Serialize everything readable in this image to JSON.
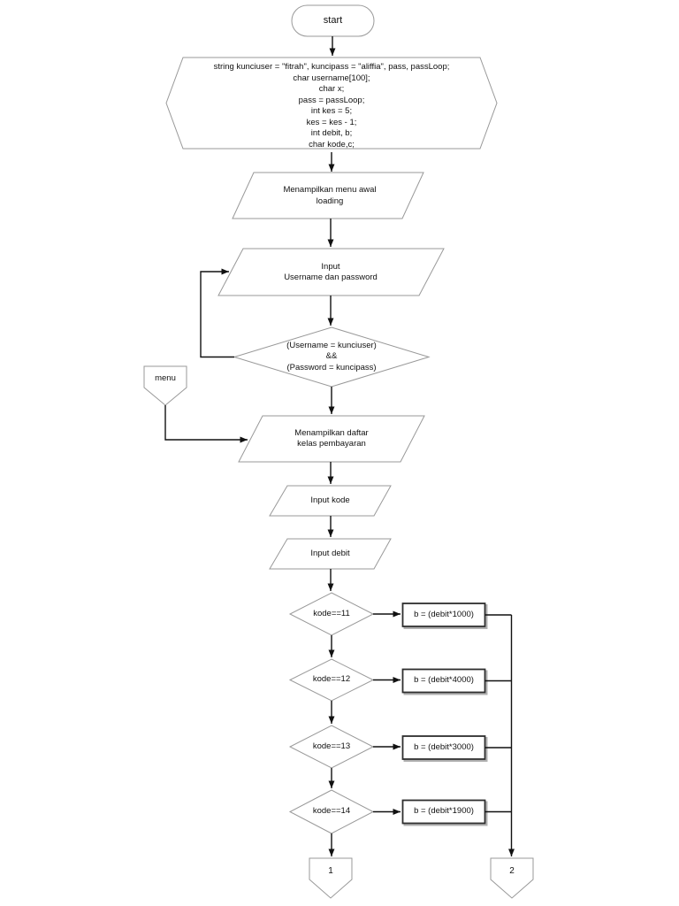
{
  "page": {
    "background": "#ffffff",
    "kind": "flowchart"
  },
  "colors": {
    "shape_border": "#999999",
    "process_rect_border": "#2e2e2e",
    "process_rect_shadow": "#b0b0b0",
    "connector_line": "#111111",
    "text": "#111111",
    "shape_fill": "#ffffff"
  },
  "nodes": {
    "start": {
      "type": "terminator",
      "label": "start"
    },
    "declarations": {
      "type": "preparation-hexagon",
      "label": "string kunciuser = \"fitrah\", kuncipass = \"aliffia\", pass, passLoop;\nchar username[100];\nchar x;\npass = passLoop;\nint kes = 5;\nkes = kes - 1;\nint debit, b;\nchar kode,c;"
    },
    "menu_awal": {
      "type": "io-parallelogram",
      "label": "Menampilkan menu awal\nloading"
    },
    "input_user": {
      "type": "io-parallelogram",
      "label": "Input\nUsername dan password"
    },
    "auth_check": {
      "type": "decision",
      "label": "(Username = kunciuser)\n&&\n(Password = kuncipass)"
    },
    "menu_connector": {
      "type": "offpage-connector",
      "label": "menu"
    },
    "daftar_kelas": {
      "type": "io-parallelogram",
      "label": "Menampilkan daftar\nkelas pembayaran"
    },
    "input_kode": {
      "type": "io-parallelogram",
      "label": "Input kode"
    },
    "input_debit": {
      "type": "io-parallelogram",
      "label": "Input debit"
    },
    "kode11": {
      "type": "decision",
      "label": "kode==11"
    },
    "b1000": {
      "type": "process",
      "label": "b = (debit*1000)"
    },
    "kode12": {
      "type": "decision",
      "label": "kode==12"
    },
    "b4000": {
      "type": "process",
      "label": "b = (debit*4000)"
    },
    "kode13": {
      "type": "decision",
      "label": "kode==13"
    },
    "b3000": {
      "type": "process",
      "label": "b = (debit*3000)"
    },
    "kode14": {
      "type": "decision",
      "label": "kode==14"
    },
    "b1900": {
      "type": "process",
      "label": "b = (debit*1900)"
    },
    "offpage1": {
      "type": "offpage-connector",
      "label": "1"
    },
    "offpage2": {
      "type": "offpage-connector",
      "label": "2"
    }
  },
  "edges": [
    {
      "from": "start",
      "to": "declarations"
    },
    {
      "from": "declarations",
      "to": "menu_awal"
    },
    {
      "from": "menu_awal",
      "to": "input_user"
    },
    {
      "from": "input_user",
      "to": "auth_check"
    },
    {
      "from": "auth_check",
      "to": "input_user",
      "note": "loop-back-left"
    },
    {
      "from": "auth_check",
      "to": "daftar_kelas"
    },
    {
      "from": "menu_connector",
      "to": "daftar_kelas"
    },
    {
      "from": "daftar_kelas",
      "to": "input_kode"
    },
    {
      "from": "input_kode",
      "to": "input_debit"
    },
    {
      "from": "input_debit",
      "to": "kode11"
    },
    {
      "from": "kode11",
      "to": "b1000"
    },
    {
      "from": "kode11",
      "to": "kode12"
    },
    {
      "from": "kode12",
      "to": "b4000"
    },
    {
      "from": "kode12",
      "to": "kode13"
    },
    {
      "from": "kode13",
      "to": "b3000"
    },
    {
      "from": "kode13",
      "to": "kode14"
    },
    {
      "from": "kode14",
      "to": "b1900"
    },
    {
      "from": "kode14",
      "to": "offpage1"
    },
    {
      "from": "b1000",
      "to": "offpage2"
    },
    {
      "from": "b4000",
      "to": "offpage2"
    },
    {
      "from": "b3000",
      "to": "offpage2"
    },
    {
      "from": "b1900",
      "to": "offpage2"
    }
  ]
}
